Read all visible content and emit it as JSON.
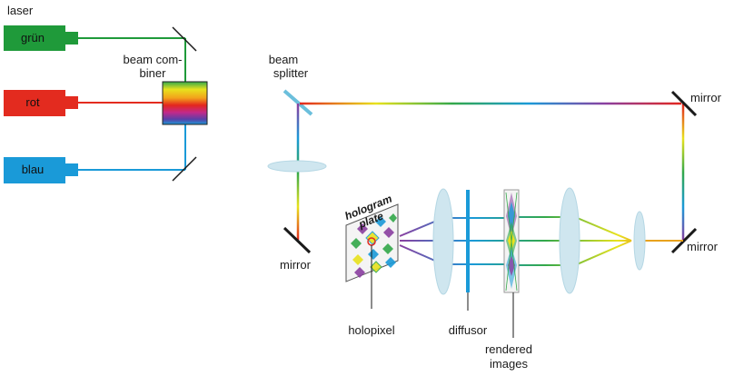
{
  "labels": {
    "laser": "laser",
    "green": "grün",
    "red": "rot",
    "blue": "blau",
    "combiner_line1": "beam com-",
    "combiner_line2": "biner",
    "splitter_line1": "beam",
    "splitter_line2": "splitter",
    "mirror_top_right": "mirror",
    "mirror_bottom_right": "mirror",
    "mirror_left": "mirror",
    "plate_line1": "hologram",
    "plate_line2": "plate",
    "holopixel": "holopixel",
    "diffusor": "diffusor",
    "rendered_line1": "rendered",
    "rendered_line2": "images"
  },
  "colors": {
    "green_laser": "#1f9a3a",
    "red_laser": "#e32b1f",
    "blue_laser": "#1a9ad8",
    "lens": "#cfe6ef",
    "mirror": "#1a1a1a"
  }
}
